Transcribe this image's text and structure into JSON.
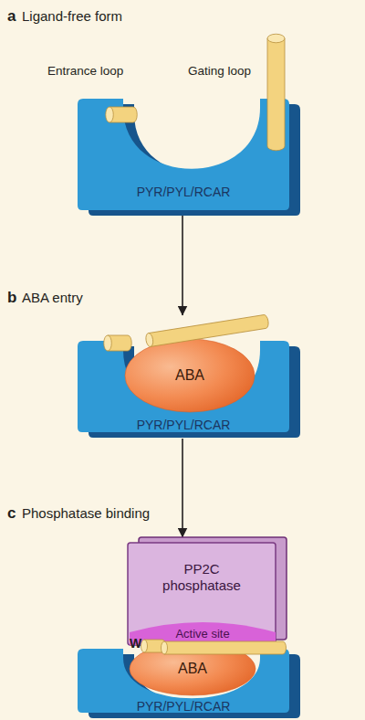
{
  "diagram": {
    "nodes": [
      {
        "text": [
          "PYR/PYL/RCAR"
        ]
      },
      {
        "text": [
          "PYR/PYL/RCAR"
        ]
      },
      {
        "text": [
          "ABA"
        ],
        "in": 1
      },
      {
        "text": [
          "PP2C phosphatase"
        ]
      },
      {
        "text": [
          "Active site"
        ],
        "in": 3
      },
      {
        "text": [
          "PYR/PYL/RCAR"
        ]
      },
      {
        "text": [
          "ABA"
        ],
        "in": 5
      }
    ],
    "edges": [
      {
        "from": 0,
        "to": 1,
        "arrow": "to"
      },
      {
        "from": 1,
        "to": 3,
        "arrow": "to"
      }
    ],
    "labels": [
      "a",
      "Ligand-free form",
      "Entrance loop",
      "Gating loop",
      "b",
      "ABA entry",
      "c",
      "Phosphatase binding",
      "W"
    ]
  }
}
